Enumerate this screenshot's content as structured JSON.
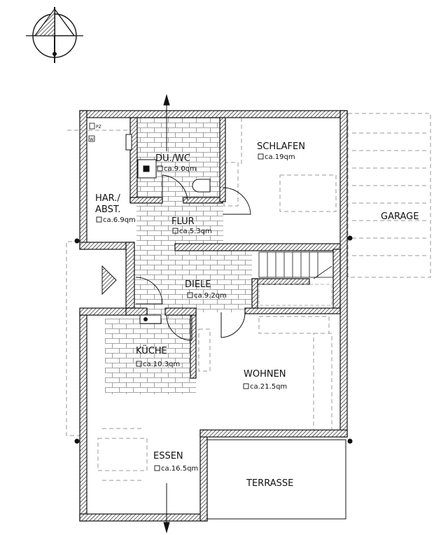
{
  "rooms": {
    "du_wc": {
      "name": "DU./WC",
      "area": "ca.9.0qm"
    },
    "schlafen": {
      "name": "SCHLAFEN",
      "area": "ca.19qm"
    },
    "har_abst": {
      "name_line1": "HAR./",
      "name_line2": "ABST.",
      "area": "ca.6.9qm"
    },
    "flur": {
      "name": "FLUR",
      "area": "ca.5.3qm"
    },
    "diele": {
      "name": "DIELE",
      "area": "ca.9.2qm"
    },
    "kueche": {
      "name": "KÜCHE",
      "area": "ca.10.3qm"
    },
    "wohnen": {
      "name": "WOHNEN",
      "area": "ca.21.5qm"
    },
    "essen": {
      "name": "ESSEN",
      "area": "ca.16.5qm"
    }
  },
  "outside": {
    "garage": "GARAGE",
    "terrasse": "TERRASSE"
  },
  "equipment": {
    "pz": "PZ",
    "w": "W"
  },
  "colors": {
    "wall": "#111111",
    "wall_fill": "#ffffff",
    "hatch": "#111111",
    "tile": "#777777",
    "dash": "#888888"
  },
  "icons": [
    "compass-icon",
    "entrance-arrow-icon",
    "area-marker-icon"
  ]
}
